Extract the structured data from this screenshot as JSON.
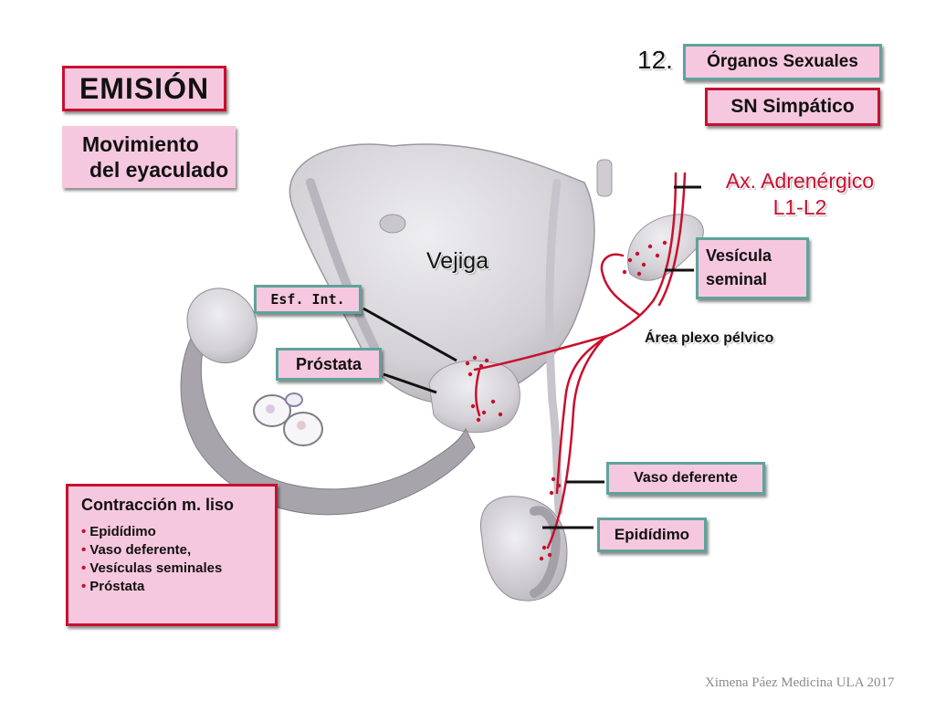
{
  "slide_number": "12.",
  "tags": {
    "organos": "Órganos Sexuales",
    "sn": "SN Simpático"
  },
  "title": "EMISIÓN",
  "subtitle": {
    "line1": "Movimiento",
    "line2": "del eyaculado"
  },
  "nerve": {
    "line1": "Ax. Adrenérgico",
    "line2": "L1-L2"
  },
  "labels": {
    "vejiga": "Vejiga",
    "esf_int": "Esf. Int.",
    "prostata": "Próstata",
    "vesicula_l1": "Vesícula",
    "vesicula_l2": "seminal",
    "area_plexo": "Área plexo pélvico",
    "vaso_deferente": "Vaso deferente",
    "epididimo": "Epidídimo"
  },
  "summary": {
    "heading": "Contracción m. liso",
    "items": [
      "Epidídimo",
      "Vaso deferente,",
      "Vesículas seminales",
      "Próstata"
    ]
  },
  "credit": "Ximena Páez Medicina ULA 2017",
  "colors": {
    "nerve_red": "#c8102e",
    "teal_border": "#5fa39b",
    "pink_fill": "#f6c8df",
    "organ_gray": "#d9d7dc"
  }
}
